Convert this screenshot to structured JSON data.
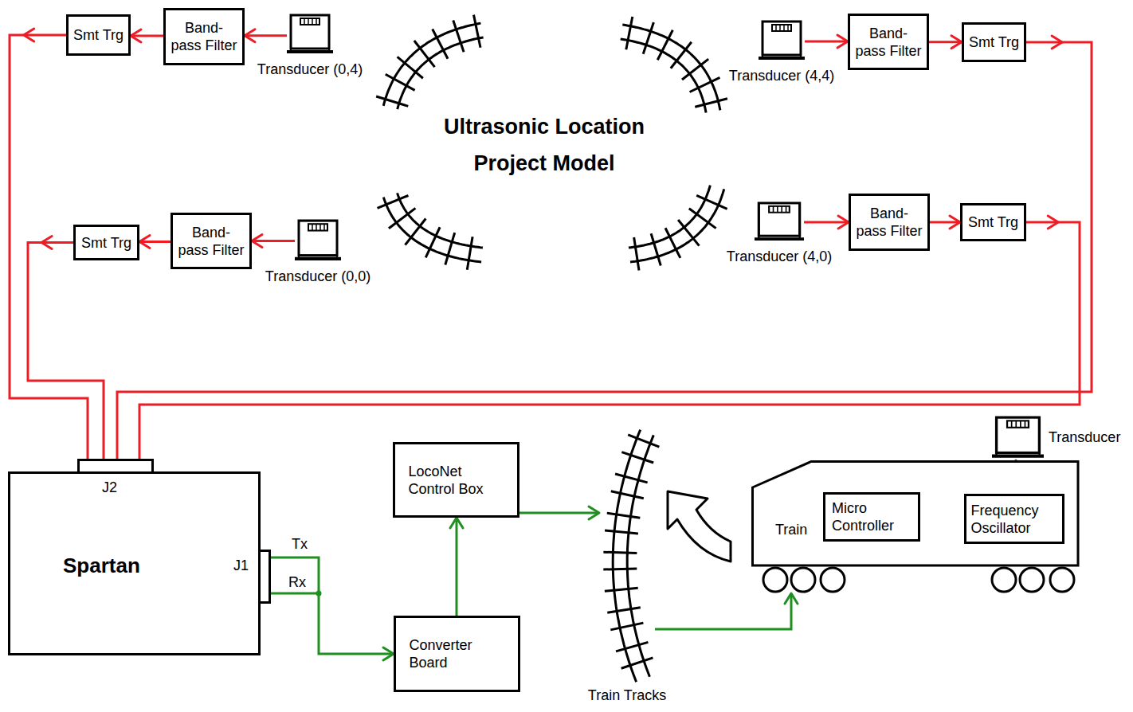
{
  "diagram": {
    "title": "Ultrasonic Location Project Model",
    "nodes": [
      {
        "text": [
          "Smt Trg"
        ]
      },
      {
        "text": [
          "Band-pass Filter"
        ]
      },
      {
        "text": [
          "Transducer (0,4)"
        ]
      },
      {
        "text": [
          "Transducer (4,4)"
        ]
      },
      {
        "text": [
          "Band-pass Filter"
        ]
      },
      {
        "text": [
          "Smt Trg"
        ]
      },
      {
        "text": [
          "Smt Trg"
        ]
      },
      {
        "text": [
          "Band-pass Filter"
        ]
      },
      {
        "text": [
          "Transducer (0,0)"
        ]
      },
      {
        "text": [
          "Transducer (4,0)"
        ]
      },
      {
        "text": [
          "Band-pass Filter"
        ]
      },
      {
        "text": [
          "Smt Trg"
        ]
      },
      {
        "text": [
          "Spartan"
        ]
      },
      {
        "text": [
          "LocoNet Control Box"
        ]
      },
      {
        "text": [
          "Converter Board"
        ]
      },
      {
        "text": [
          "Train Tracks"
        ]
      },
      {
        "text": [
          "Train"
        ]
      },
      {
        "text": [
          "Micro Controller"
        ],
        "in": 16
      },
      {
        "text": [
          "Frequency Oscillator"
        ],
        "in": 16
      },
      {
        "text": [
          "Transducer"
        ]
      }
    ],
    "edges": [
      {
        "from": 2,
        "to": 1,
        "arrow": "to"
      },
      {
        "from": 1,
        "to": 0,
        "arrow": "to"
      },
      {
        "from": 0,
        "to": 12,
        "arrow": "to"
      },
      {
        "from": 3,
        "to": 4,
        "arrow": "to"
      },
      {
        "from": 4,
        "to": 5,
        "arrow": "to"
      },
      {
        "from": 5,
        "to": 12,
        "arrow": "to"
      },
      {
        "from": 8,
        "to": 7,
        "arrow": "to"
      },
      {
        "from": 7,
        "to": 6,
        "arrow": "to"
      },
      {
        "from": 6,
        "to": 12,
        "arrow": "to"
      },
      {
        "from": 9,
        "to": 10,
        "arrow": "to"
      },
      {
        "from": 10,
        "to": 11,
        "arrow": "to"
      },
      {
        "from": 11,
        "to": 12,
        "arrow": "to"
      },
      {
        "from": 12,
        "to": 14,
        "arrow": "to"
      },
      {
        "from": 14,
        "to": 13,
        "arrow": "to"
      },
      {
        "from": 13,
        "to": 15,
        "arrow": "to"
      },
      {
        "from": 15,
        "to": 16,
        "arrow": "to"
      },
      {
        "from": 17,
        "to": 18,
        "arrow": "to"
      },
      {
        "from": 18,
        "to": 19,
        "arrow": "to"
      }
    ],
    "labels": [
      "Tx",
      "Rx",
      "J1",
      "J2"
    ]
  }
}
